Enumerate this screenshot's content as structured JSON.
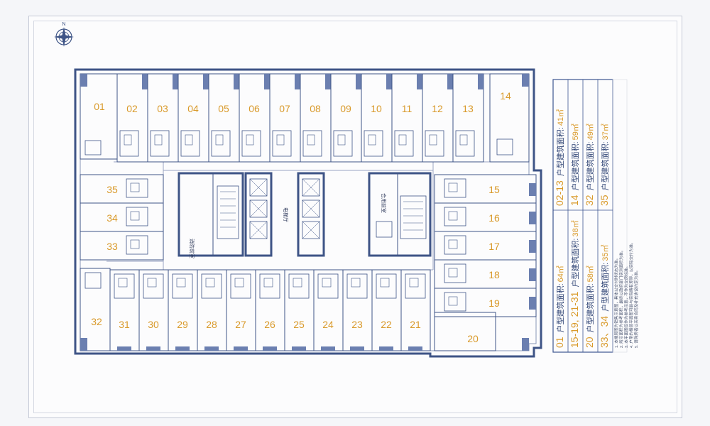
{
  "floor_plan": {
    "north_arrow": "N",
    "rooms": {
      "elevator_hall": "电梯厅",
      "fire_control_room": "消防前室",
      "combined_front_room": "合用前室"
    },
    "units_top": [
      "02",
      "03",
      "04",
      "05",
      "06",
      "07",
      "08",
      "09",
      "10",
      "11",
      "12",
      "13"
    ],
    "unit_01": "01",
    "unit_14": "14",
    "units_left": [
      "35",
      "34",
      "33"
    ],
    "units_right": [
      "15",
      "16",
      "17",
      "18",
      "19"
    ],
    "unit_20": "20",
    "units_bottom": [
      "31",
      "30",
      "29",
      "28",
      "27",
      "26",
      "25",
      "24",
      "23",
      "22",
      "21"
    ],
    "unit_32": "32"
  },
  "legend": [
    {
      "codes": "01",
      "label": "户型建筑面积:",
      "area": "64㎡"
    },
    {
      "codes": "15-19, 21-31",
      "label": "户型建筑面积:",
      "area": "38㎡"
    },
    {
      "codes": "20",
      "label": "户型建筑面积:",
      "area": "58㎡"
    },
    {
      "codes": "33、34",
      "label": "户型建筑面积:",
      "area": "35㎡"
    },
    {
      "codes": "02-13",
      "label": "户型建筑面积:",
      "area": "41㎡"
    },
    {
      "codes": "14",
      "label": "户型建筑面积:",
      "area": "59㎡"
    },
    {
      "codes": "32",
      "label": "户型建筑面积:",
      "area": "49㎡"
    },
    {
      "codes": "35",
      "label": "户型建筑面积:",
      "area": "37㎡"
    }
  ],
  "notes": [
    "1. 本楼层图为销售示意图，具体以交付时状态为准。",
    "2. 所示面积为参考面积，最终以政府部门实测面积为准。",
    "3. 本平面图仅作为参考示意，不作为交房标准。",
    "4. 户型的楼层平面图可能与实际略有差异，以实际交付为准。",
    "5. 请购房者以买卖合同及补充协议约定为准。"
  ],
  "colors": {
    "wall": "#3e5486",
    "wall_block": "#6b7fb0",
    "accent": "#d99a2b",
    "line": "#9aa5c2",
    "legend_border": "#3d5590"
  }
}
